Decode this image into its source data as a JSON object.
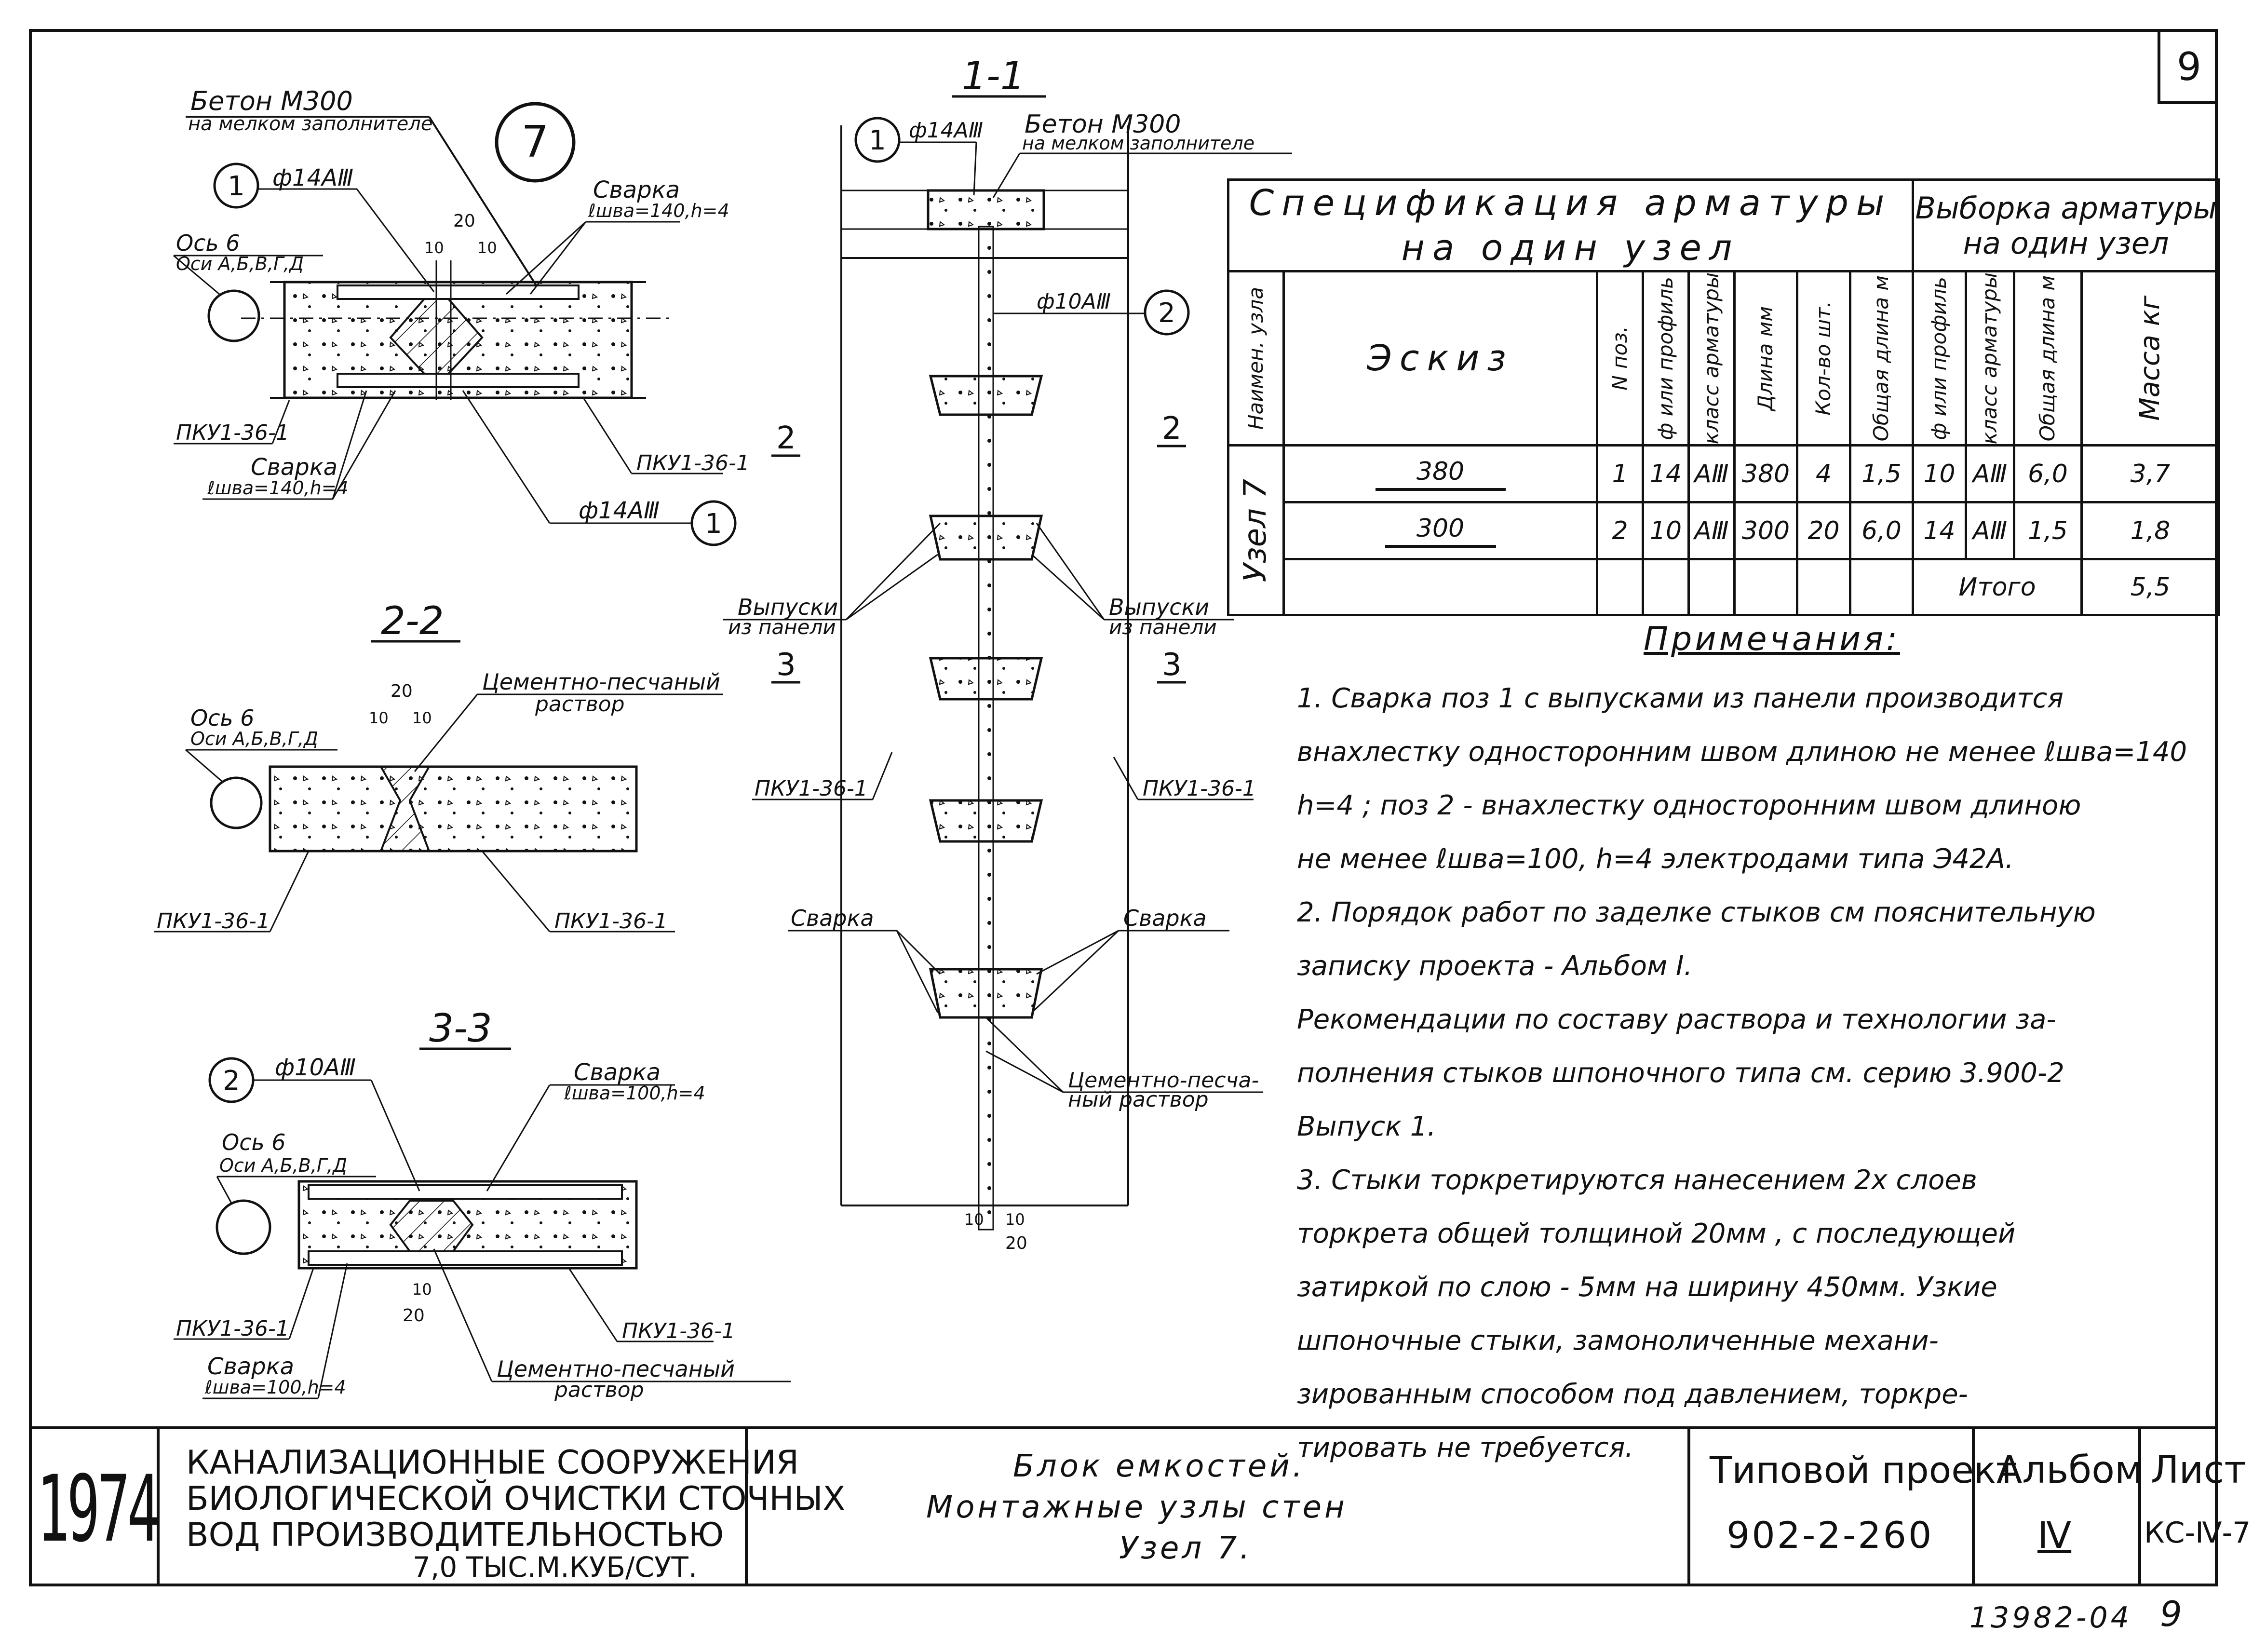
{
  "sheet_number": "9",
  "footer_code": "13982-04",
  "footer_page": "9",
  "node_marker": "7",
  "section_titles": {
    "s11": "1-1",
    "s22": "2-2",
    "s33": "3-3"
  },
  "labels": {
    "beton": "Бетон М300",
    "beton_sub": "на мелком заполнителе",
    "rebar1": "ф14АⅢ",
    "rebar2": "ф10АⅢ",
    "pos1": "1",
    "pos2": "2",
    "svarka": "Сварка",
    "svarka_140": "ℓшва=140,h=4",
    "svarka_100": "ℓшва=100,h=4",
    "panel": "ПКУ1-36-1",
    "axis": "Ось 6",
    "axes": "Оси А,Б,В,Г,Д",
    "mortar1": "Цементно-песчаный",
    "mortar2": "раствор",
    "mortar_s1": "Цементно-песча-",
    "mortar_s2": "ный раствор",
    "vypuski1": "Выпуски",
    "vypuski2": "из панели",
    "sec_mark_2": "2",
    "sec_mark_3": "3",
    "dim_20": "20",
    "dim_10": "10"
  },
  "spec_table": {
    "title1": "Спецификация арматуры",
    "title2": "на один узел",
    "title_r1": "Выборка арматуры",
    "title_r2": "на один узел",
    "col_node": "Наимен. узла",
    "col_sketch": "Эскиз",
    "col_pos": "N поз.",
    "col_dia": "ф или профиль",
    "col_class": "класс арматуры",
    "col_len": "Длина мм",
    "col_qty": "Кол-во шт.",
    "col_total": "Общая длина м",
    "col_r_dia": "ф или профиль",
    "col_r_class": "класс арматуры",
    "col_r_len": "Общая длина м",
    "col_r_mass": "Масса кг",
    "node_name": "Узел 7",
    "rows": [
      {
        "sketch": "380",
        "pos": "1",
        "dia": "14",
        "cls": "АⅢ",
        "len": "380",
        "qty": "4",
        "total": "1,5",
        "r_dia": "10",
        "r_cls": "АⅢ",
        "r_len": "6,0",
        "r_mass": "3,7"
      },
      {
        "sketch": "300",
        "pos": "2",
        "dia": "10",
        "cls": "АⅢ",
        "len": "300",
        "qty": "20",
        "total": "6,0",
        "r_dia": "14",
        "r_cls": "АⅢ",
        "r_len": "1,5",
        "r_mass": "1,8"
      }
    ],
    "itogo_label": "Итого",
    "itogo_value": "5,5"
  },
  "notes": {
    "heading": "Примечания:",
    "lines": [
      "1. Сварка поз 1 с выпусками из панели производится",
      "внахлестку односторонним швом длиною не менее ℓшва=140",
      "h=4 ; поз 2 - внахлестку односторонним швом длиною",
      "не менее ℓшва=100, h=4 электродами типа Э42А.",
      "2. Порядок работ по заделке стыков см пояснительную",
      "записку проекта - Альбом Ⅰ.",
      "Рекомендации по составу раствора и технологии за-",
      "полнения стыков шпоночного типа см. серию 3.900-2",
      "Выпуск 1.",
      "3. Стыки торкретируются нанесением 2х слоев",
      "торкрета общей толщиной 20мм , с последующей",
      "затиркой по слою - 5мм на ширину 450мм. Узкие",
      "шпоночные стыки, замоноличенные механи-",
      "зированным способом под давлением, торкре-",
      "тировать не требуется."
    ]
  },
  "title_block": {
    "year": "1974",
    "org1": "КАНАЛИЗАЦИОННЫЕ СООРУЖЕНИЯ",
    "org2": "БИОЛОГИЧЕСКОЙ ОЧИСТКИ СТОЧНЫХ",
    "org3": "ВОД ПРОИЗВОДИТЕЛЬНОСТЬЮ",
    "org4": "7,0 ТЫС.М.КУБ/СУТ.",
    "name1": "Блок емкостей.",
    "name2": "Монтажные узлы стен",
    "name3": "Узел 7.",
    "project_label": "Типовой проект",
    "project_number": "902-2-260",
    "album_label": "Альбом",
    "album_number": "Ⅳ",
    "sheet_label": "Лист",
    "sheet_code": "КС-Ⅳ-7"
  }
}
